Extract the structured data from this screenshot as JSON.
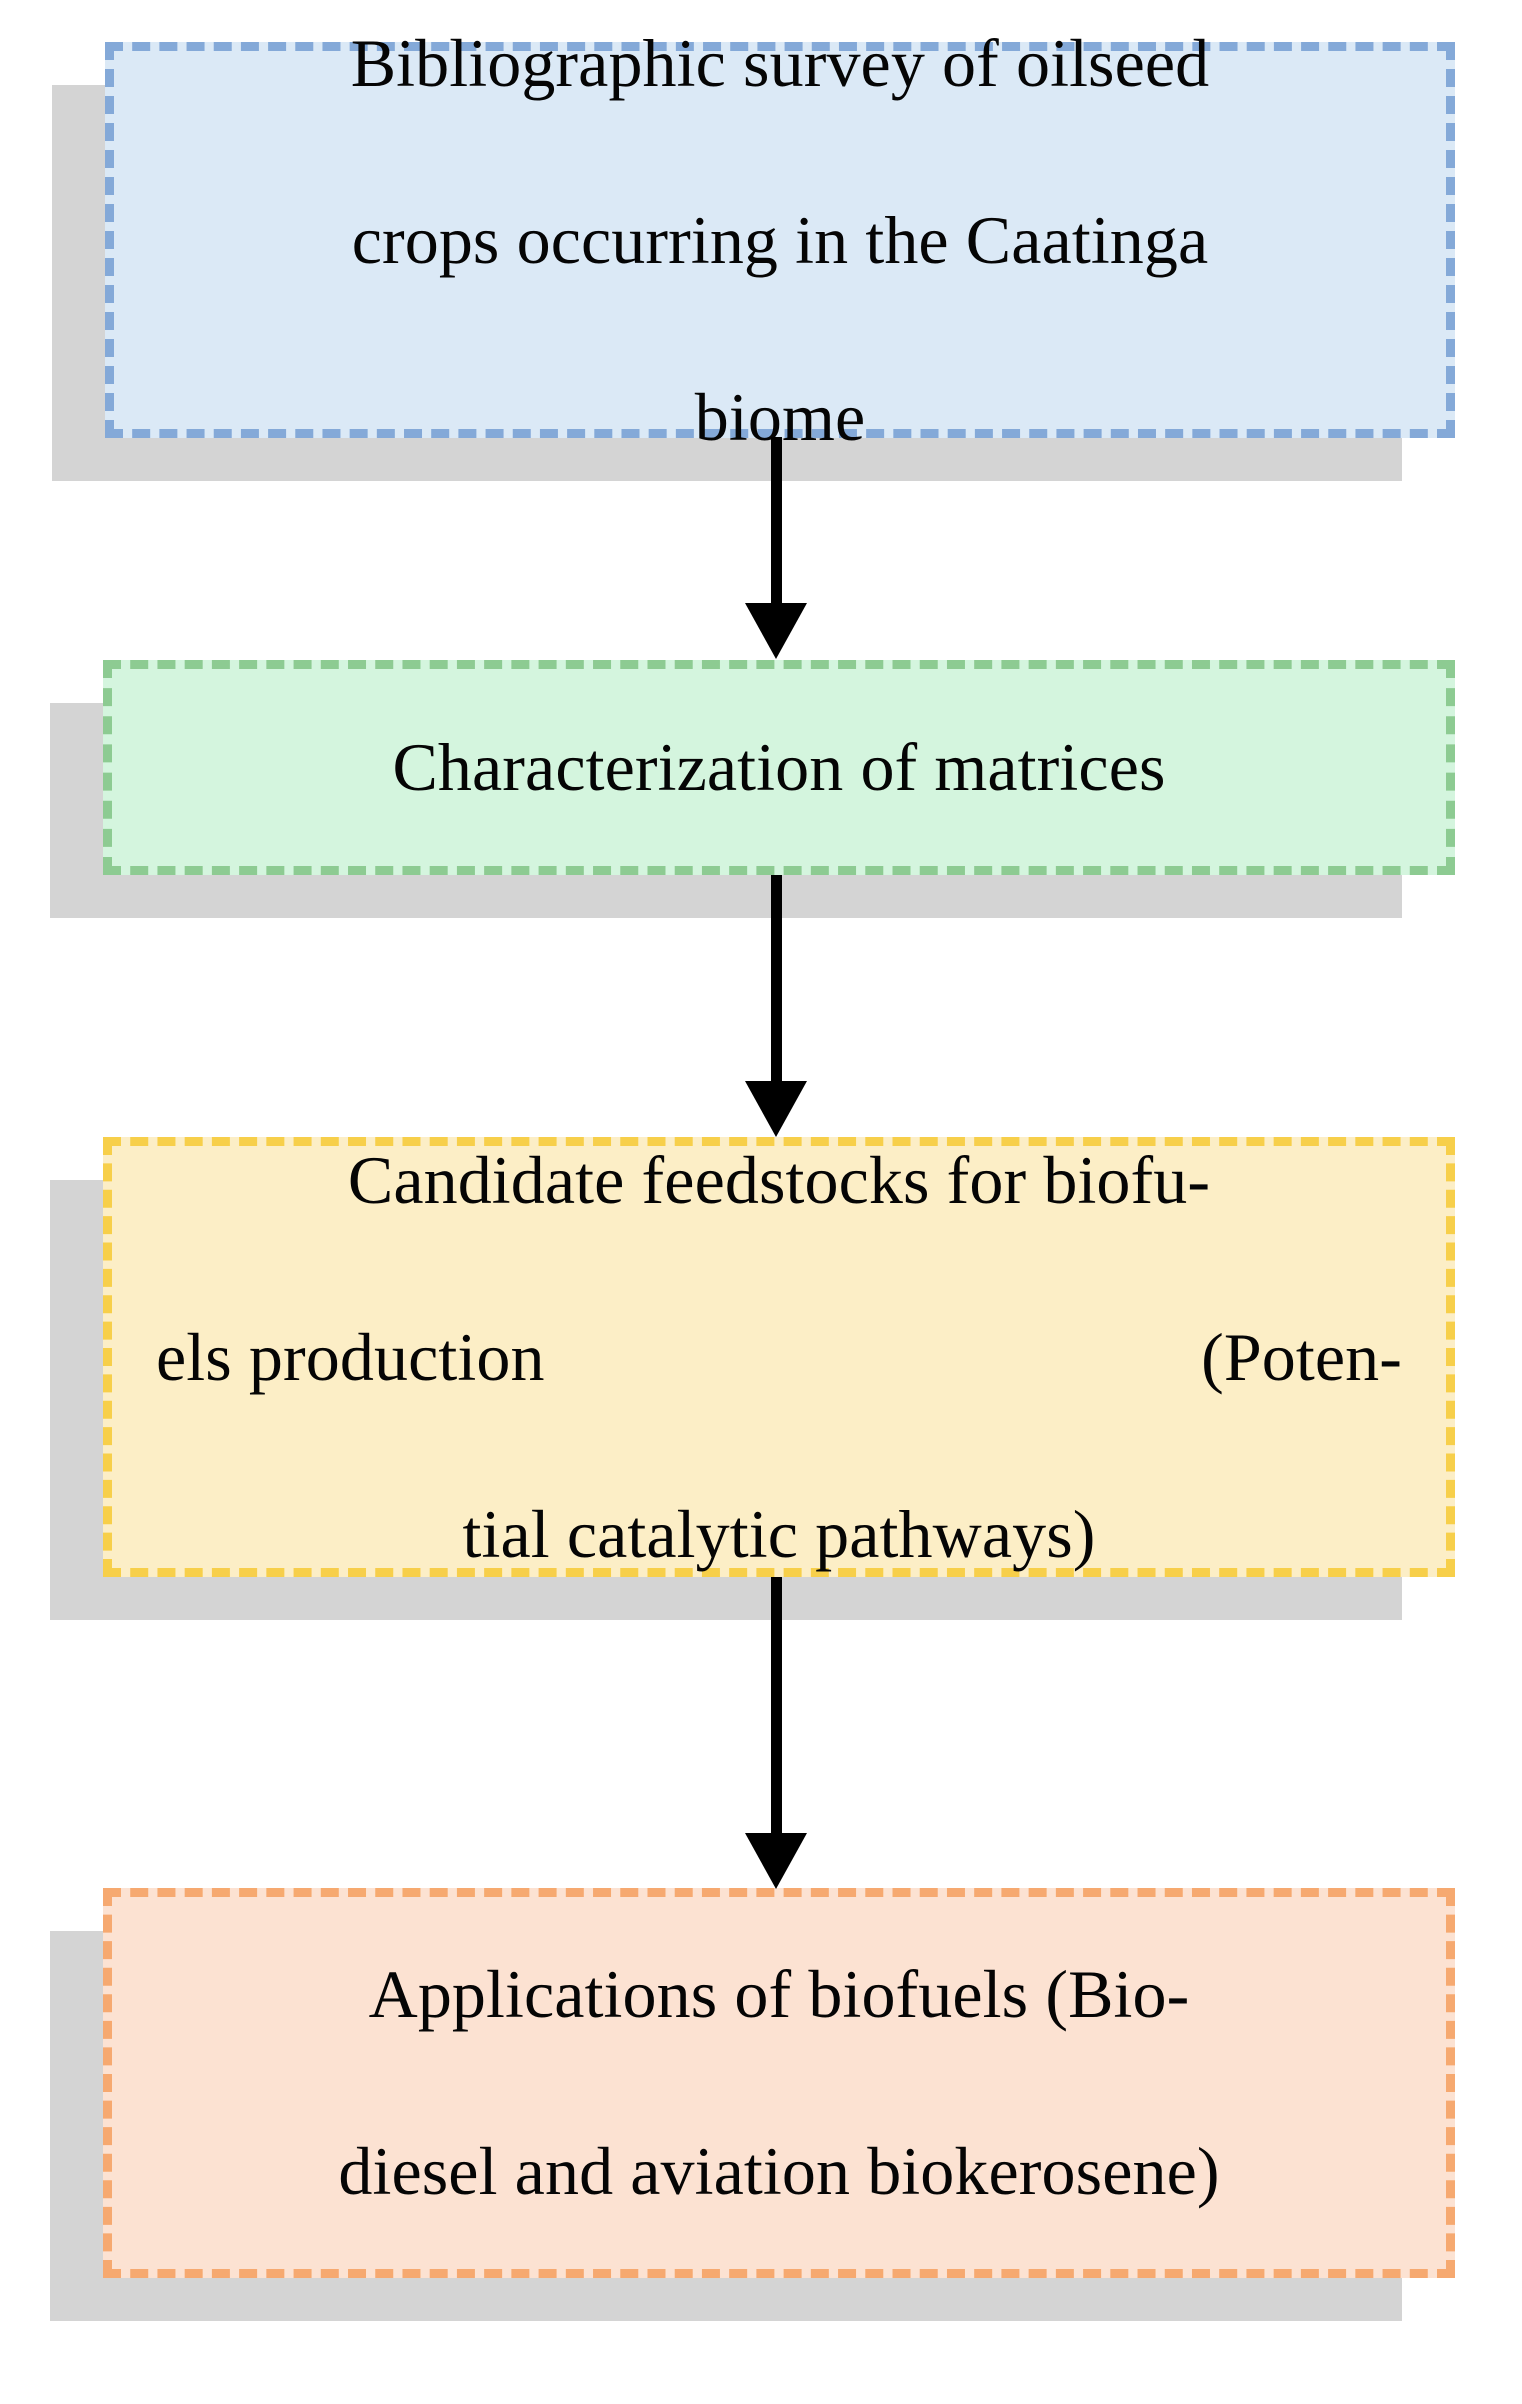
{
  "diagram": {
    "title": "Research workflow flowchart",
    "orientation": "vertical-top-to-bottom",
    "nodes": [
      {
        "id": "survey",
        "name": "bibliographic-survey-node",
        "text": "Bibliographic survey of oilseed crops occurring in the Caatinga biome",
        "lines": [
          "Bibliographic survey of oilseed",
          "crops occurring in the Caatinga",
          "biome"
        ],
        "fill_color": "#dbe9f6",
        "border_color": "#84a9d8",
        "border_style": "dashed",
        "shadow_color": "#d4d4d4"
      },
      {
        "id": "characterization",
        "name": "characterization-node",
        "text": "Characterization of matrices",
        "lines": [
          "Characterization of matrices"
        ],
        "fill_color": "#d4f5de",
        "border_color": "#8dcb92",
        "border_style": "dashed",
        "shadow_color": "#d4d4d4"
      },
      {
        "id": "feedstocks",
        "name": "candidate-feedstocks-node",
        "text": "Candidate feedstocks for biofuels production (Potential catalytic pathways)",
        "lines": [
          "Candidate feedstocks for biofu-",
          "els production",
          "(Poten-",
          "tial catalytic pathways)"
        ],
        "line1": "Candidate feedstocks for biofu-",
        "line2_left": "els production",
        "line2_right": "(Poten-",
        "line3": "tial catalytic pathways)",
        "fill_color": "#fceec6",
        "border_color": "#f7cf4a",
        "border_style": "dashed",
        "shadow_color": "#d4d4d4"
      },
      {
        "id": "applications",
        "name": "applications-node",
        "text": "Applications of biofuels (Biodiesel and aviation biokerosene)",
        "lines": [
          "Applications of biofuels (Bio-",
          "diesel and aviation biokerosene)"
        ],
        "line1": "Applications of biofuels (Bio-",
        "line2": "diesel and aviation biokerosene)",
        "fill_color": "#fce2d2",
        "border_color": "#f6a970",
        "border_style": "dashed",
        "shadow_color": "#d4d4d4"
      }
    ],
    "connectors": [
      {
        "id": "arrow-1",
        "from": "survey",
        "to": "characterization",
        "icon": "down-arrow-icon",
        "color": "#000000"
      },
      {
        "id": "arrow-2",
        "from": "characterization",
        "to": "feedstocks",
        "icon": "down-arrow-icon",
        "color": "#000000"
      },
      {
        "id": "arrow-3",
        "from": "feedstocks",
        "to": "applications",
        "icon": "down-arrow-icon",
        "color": "#000000"
      }
    ]
  }
}
